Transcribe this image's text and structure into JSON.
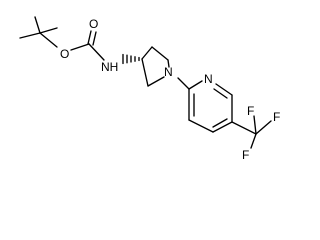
{
  "molecule": {
    "atoms": {
      "ester_oxygen": "O",
      "carbonyl_oxygen": "O",
      "amide_nh": "NH",
      "pyrrolidine_n": "N",
      "pyridine_n": "N",
      "f_top_right": "F",
      "f_top_left": "F",
      "f_bottom": "F"
    }
  }
}
